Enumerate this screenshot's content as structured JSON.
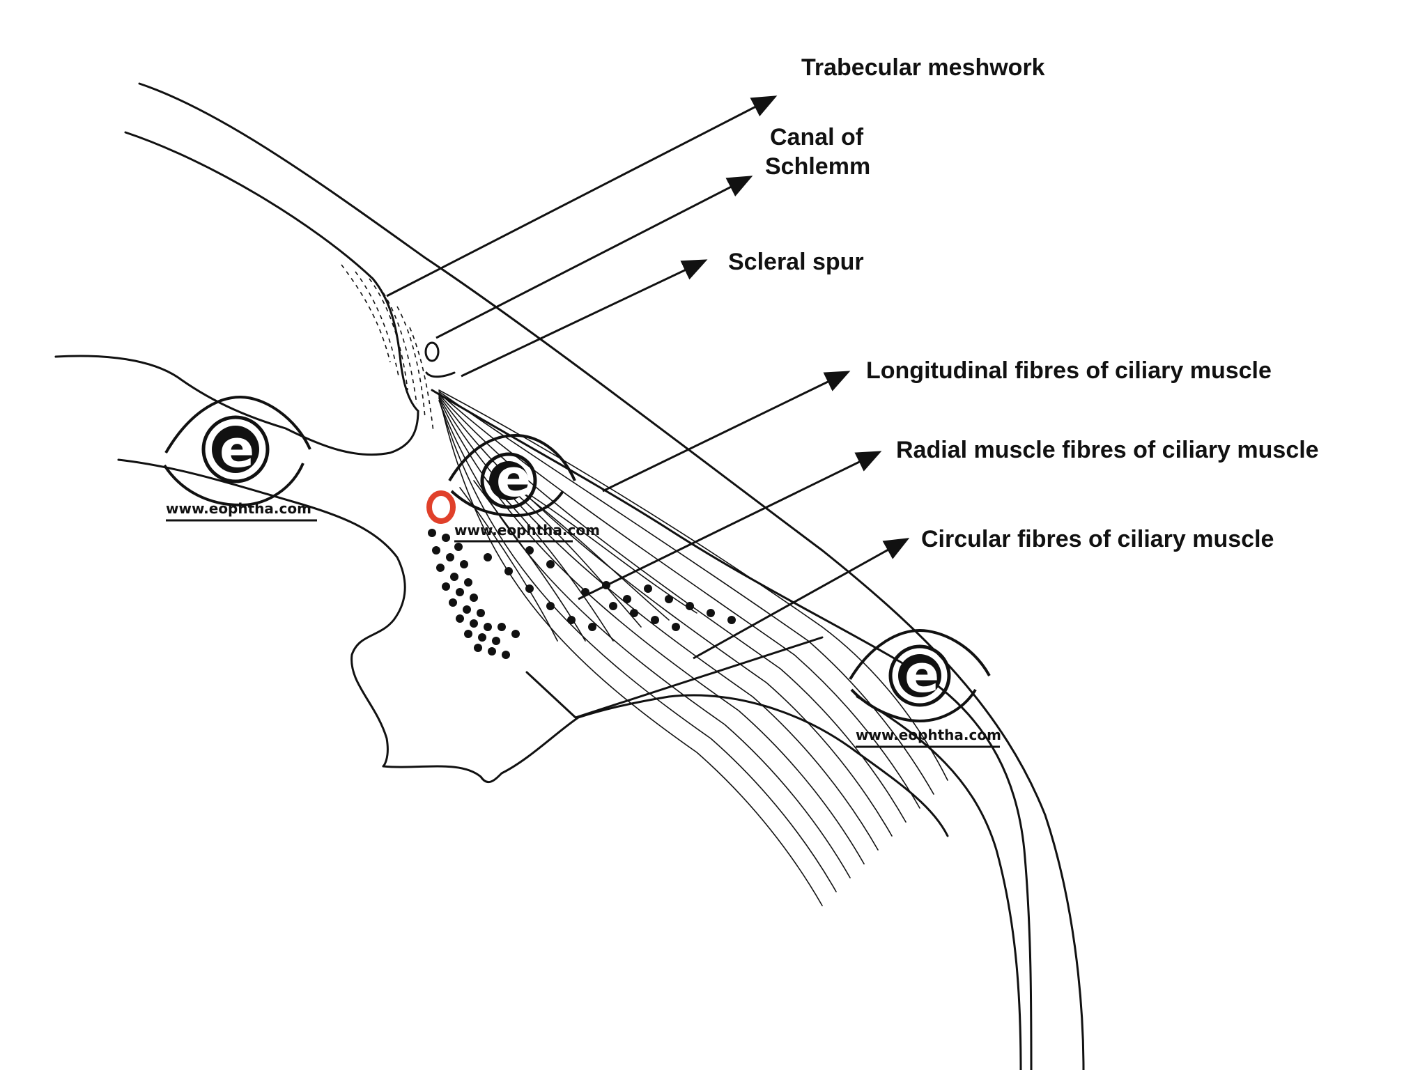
{
  "labels": {
    "trabecular": "Trabecular meshwork",
    "canal_line1": "Canal of",
    "canal_line2": "Schlemm",
    "scleral_spur": "Scleral spur",
    "longitudinal": "Longitudinal fibres of ciliary muscle",
    "radial": "Radial muscle fibres of ciliary muscle",
    "circular": "Circular fibres of ciliary muscle"
  },
  "watermark": {
    "letter": "e",
    "text": "www.eophtha.com"
  },
  "colors": {
    "line": "#111111",
    "highlight": "#e0402a",
    "background": "#ffffff"
  }
}
